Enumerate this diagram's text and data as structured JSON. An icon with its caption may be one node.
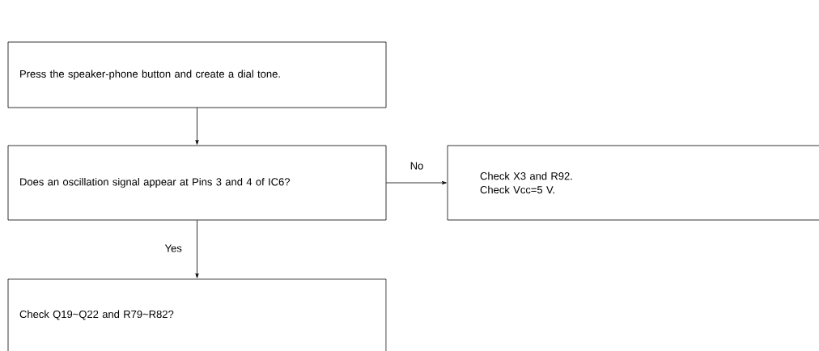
{
  "diagram": {
    "nodes": [
      {
        "text": [
          "Press the speaker-phone button and create a dial tone."
        ]
      },
      {
        "text": [
          "Does an oscillation signal appear at Pins 3 and 4 of IC6?"
        ]
      },
      {
        "text": [
          "Check X3 and R92.",
          "Check Vcc=5 V."
        ]
      },
      {
        "text": [
          "Check Q19~Q22 and R79~R82?"
        ]
      }
    ],
    "edges": [
      {
        "from": 0,
        "to": 1,
        "arrow": "to"
      },
      {
        "from": 1,
        "to": 2,
        "arrow": "to",
        "label": "No"
      },
      {
        "from": 1,
        "to": 3,
        "arrow": "to",
        "label": "Yes"
      }
    ]
  }
}
